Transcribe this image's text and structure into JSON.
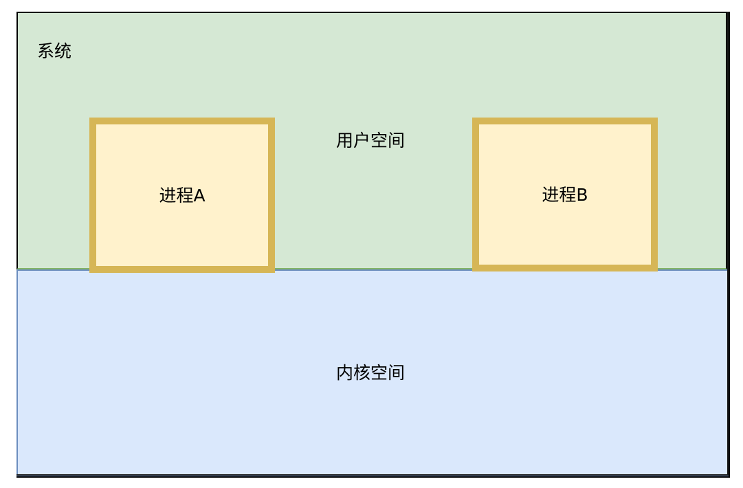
{
  "diagram": {
    "system": {
      "label": "系统"
    },
    "user_space": {
      "label": "用户空间",
      "fill": "#d5e8d4",
      "stroke": "#82b366"
    },
    "kernel_space": {
      "label": "内核空间",
      "fill": "#dae8fc",
      "stroke": "#6c8ebf"
    },
    "processes": [
      {
        "label": "进程A",
        "fill": "#fff2cc",
        "stroke": "#d6b656"
      },
      {
        "label": "进程B",
        "fill": "#fff2cc",
        "stroke": "#d6b656"
      }
    ]
  }
}
